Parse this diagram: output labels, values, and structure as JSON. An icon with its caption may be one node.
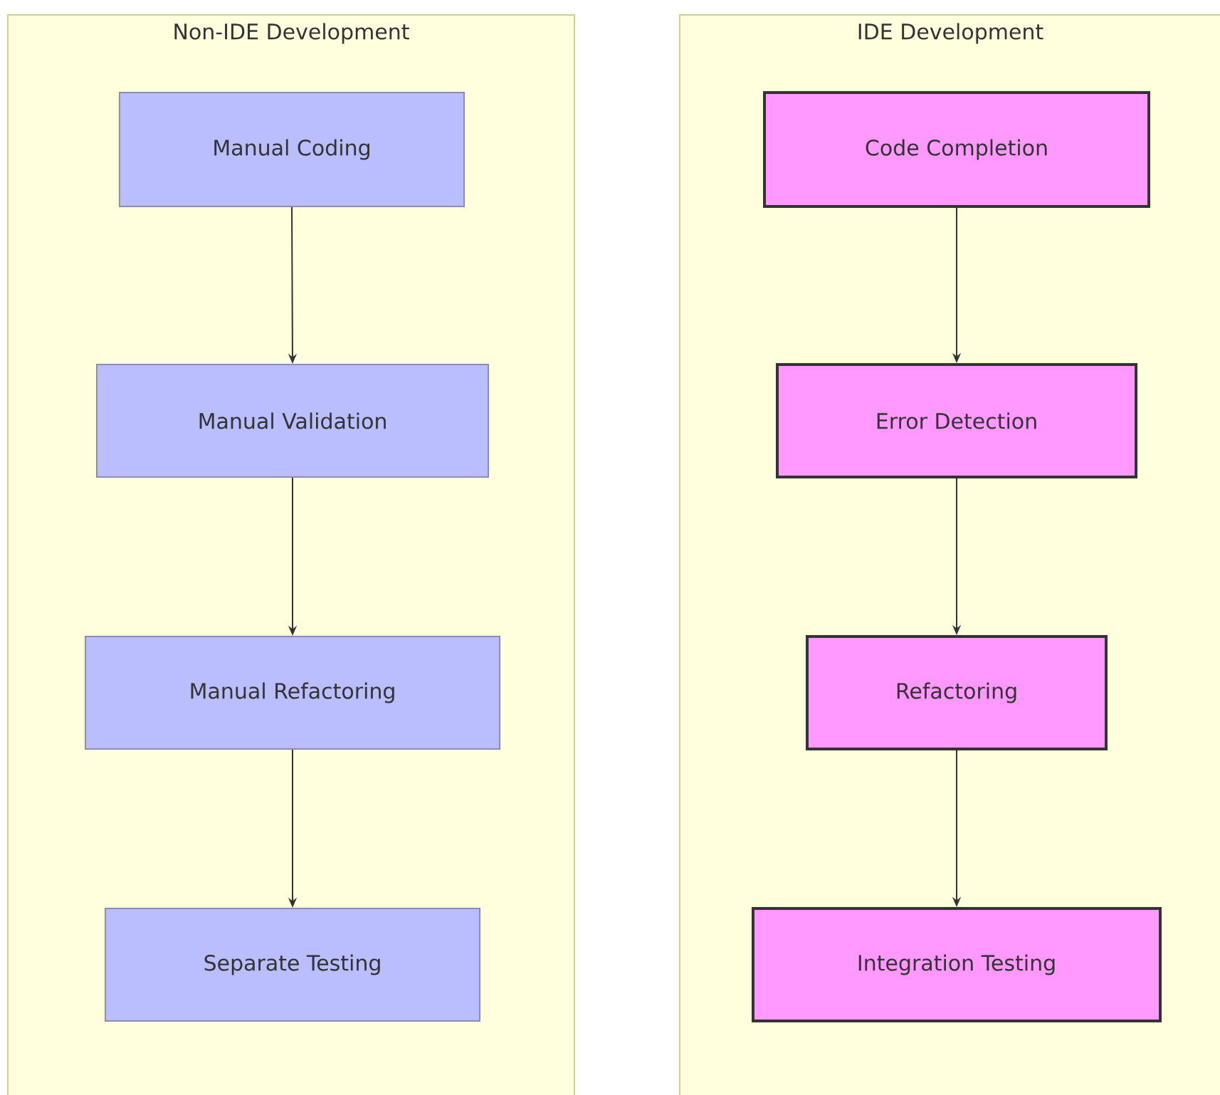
{
  "diagram": {
    "nodes": [
      {
        "text": [
          "Non-IDE Development"
        ]
      },
      {
        "text": [
          "Manual Coding"
        ],
        "in": 0
      },
      {
        "text": [
          "Manual Validation"
        ],
        "in": 0
      },
      {
        "text": [
          "Manual Refactoring"
        ],
        "in": 0
      },
      {
        "text": [
          "Separate Testing"
        ],
        "in": 0
      },
      {
        "text": [
          "IDE Development"
        ]
      },
      {
        "text": [
          "Code Completion"
        ],
        "in": 5
      },
      {
        "text": [
          "Error Detection"
        ],
        "in": 5
      },
      {
        "text": [
          "Refactoring"
        ],
        "in": 5
      },
      {
        "text": [
          "Integration Testing"
        ],
        "in": 5
      }
    ],
    "edges": [
      {
        "from": 1,
        "to": 2,
        "arrow": "to"
      },
      {
        "from": 2,
        "to": 3,
        "arrow": "to"
      },
      {
        "from": 3,
        "to": 4,
        "arrow": "to"
      },
      {
        "from": 6,
        "to": 7,
        "arrow": "to"
      },
      {
        "from": 7,
        "to": 8,
        "arrow": "to"
      },
      {
        "from": 8,
        "to": 9,
        "arrow": "to"
      }
    ]
  }
}
